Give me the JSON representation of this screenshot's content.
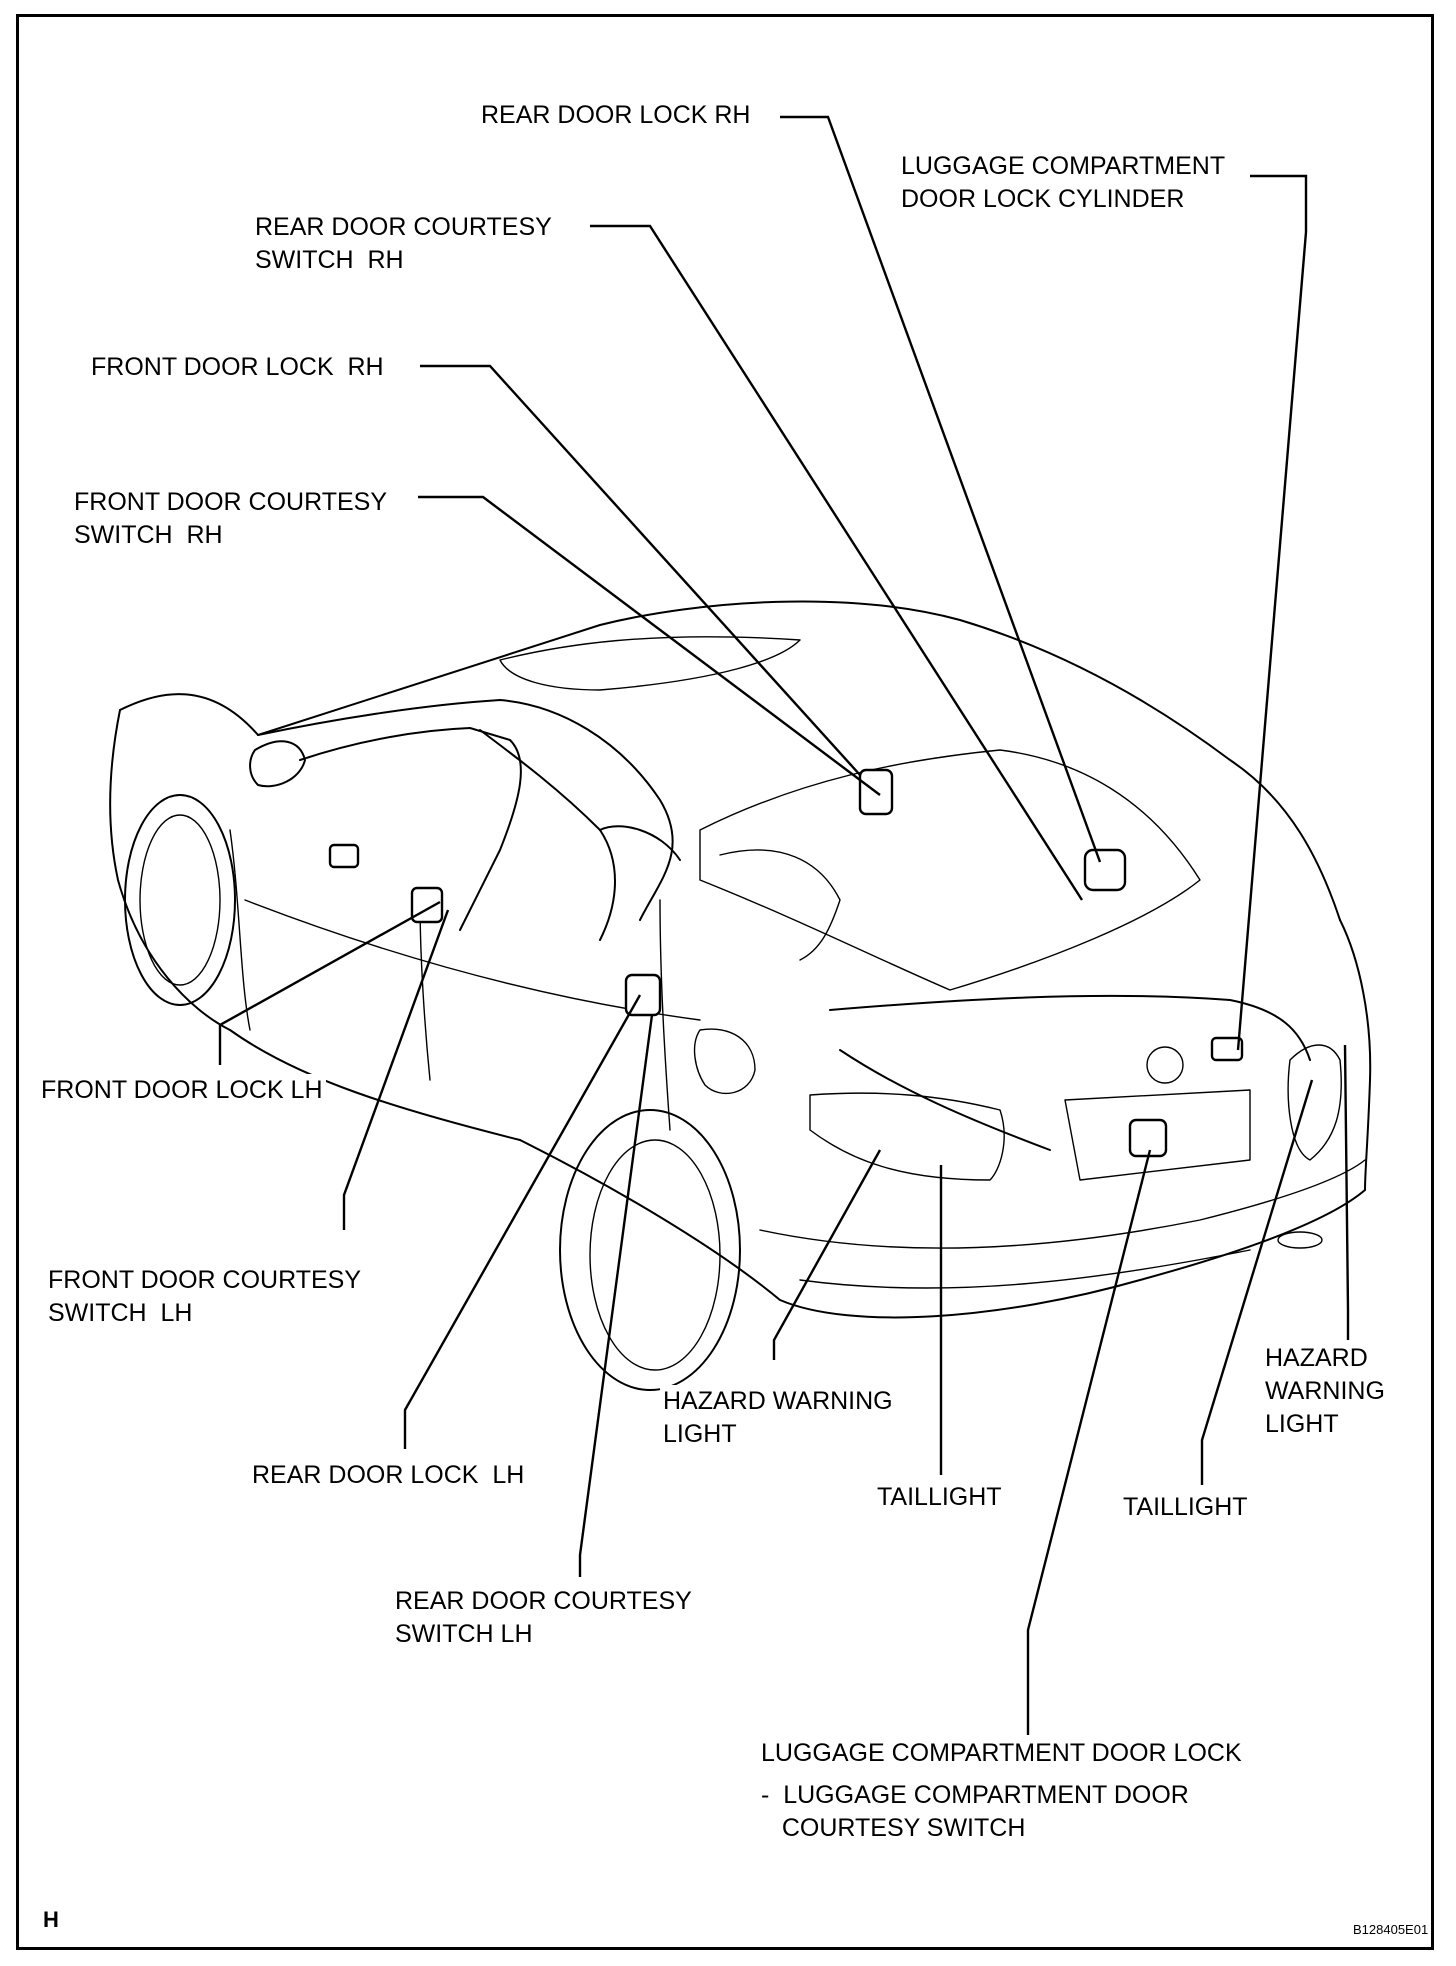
{
  "labels": {
    "rear_door_lock_rh": [
      "REAR DOOR LOCK RH"
    ],
    "luggage_lock_cylinder": [
      "LUGGAGE COMPARTMENT",
      "DOOR LOCK CYLINDER"
    ],
    "rear_courtesy_rh": [
      "REAR DOOR COURTESY",
      "SWITCH  RH"
    ],
    "front_door_lock_rh": [
      "FRONT DOOR LOCK  RH"
    ],
    "front_courtesy_rh": [
      "FRONT DOOR COURTESY",
      "SWITCH  RH"
    ],
    "front_door_lock_lh": [
      "FRONT DOOR LOCK LH"
    ],
    "front_courtesy_lh": [
      "FRONT DOOR COURTESY",
      "SWITCH  LH"
    ],
    "rear_door_lock_lh": [
      "REAR DOOR LOCK  LH"
    ],
    "rear_courtesy_lh": [
      "REAR DOOR COURTESY",
      "SWITCH LH"
    ],
    "hazard_left": [
      "HAZARD WARNING",
      "LIGHT"
    ],
    "taillight_left": [
      "TAILLIGHT"
    ],
    "hazard_right": [
      "HAZARD",
      "WARNING",
      "LIGHT"
    ],
    "taillight_right": [
      "TAILLIGHT"
    ],
    "luggage_door_lock": [
      "LUGGAGE COMPARTMENT DOOR LOCK"
    ],
    "luggage_courtesy_switch": [
      "-  LUGGAGE COMPARTMENT DOOR",
      "   COURTESY SWITCH"
    ]
  },
  "corner_letter": "H",
  "figure_code": "B128405E01"
}
